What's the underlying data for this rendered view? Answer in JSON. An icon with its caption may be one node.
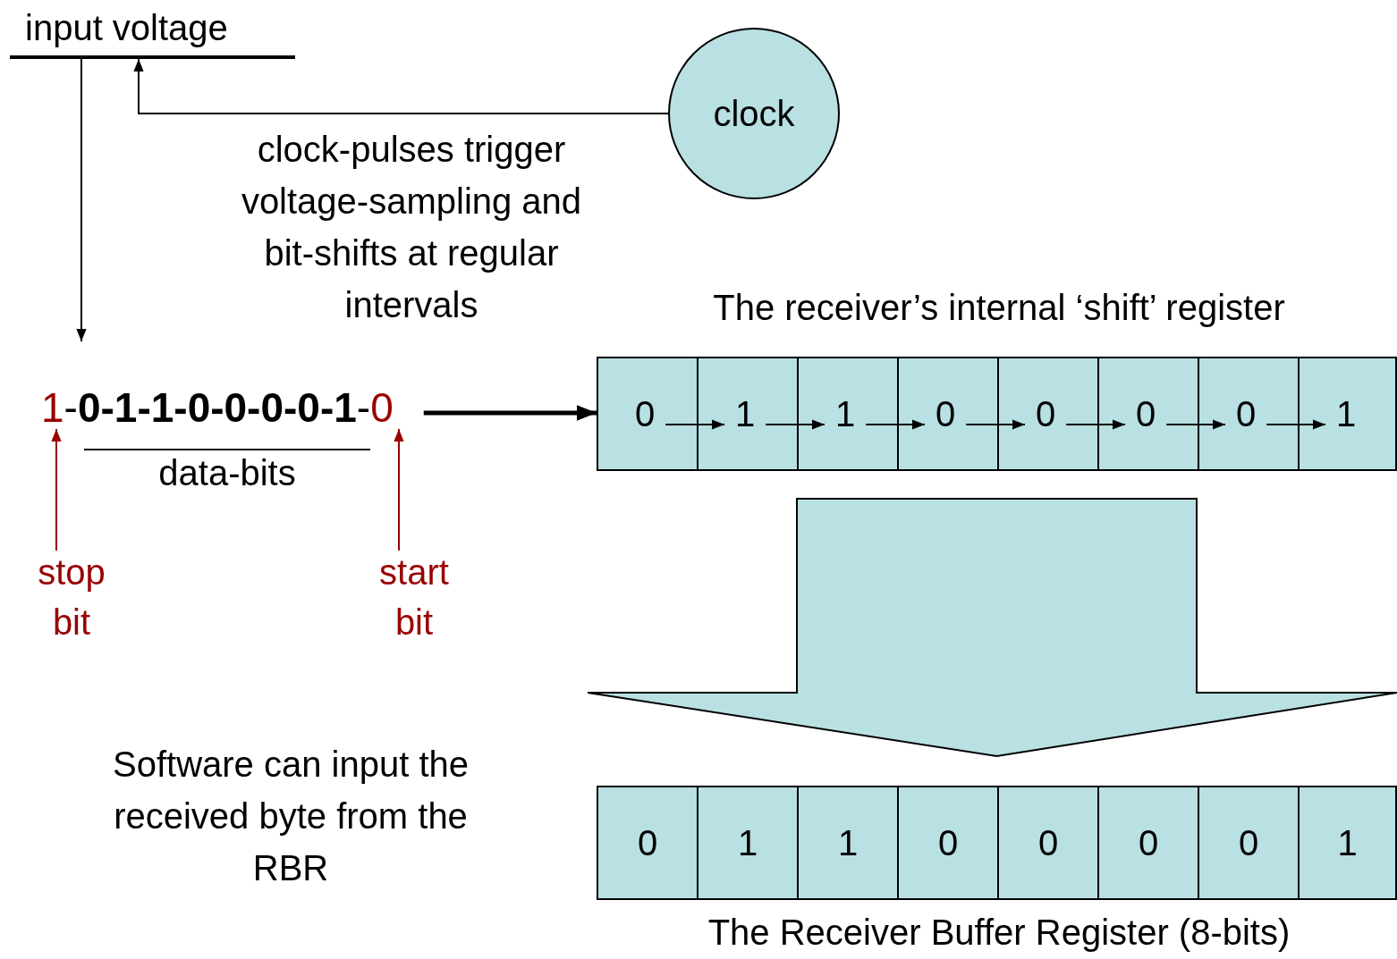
{
  "diagram": {
    "nodes": [
      {
        "text": [
          "input voltage"
        ]
      },
      {
        "text": [
          "clock"
        ]
      },
      {
        "text": [
          "1"
        ]
      },
      {
        "text": [
          "-**0-1-1-0-0-0-0-1**-"
        ]
      },
      {
        "text": [
          "0"
        ]
      },
      {
        "text": [
          "stop bit"
        ]
      },
      {
        "text": [
          "start bit"
        ]
      },
      {
        "text": [
          "The receiver’s internal ‘shift’ register"
        ]
      },
      {
        "text": [
          "0"
        ],
        "in": 7
      },
      {
        "text": [
          "1"
        ],
        "in": 7
      },
      {
        "text": [
          "1"
        ],
        "in": 7
      },
      {
        "text": [
          "0"
        ],
        "in": 7
      },
      {
        "text": [
          "0"
        ],
        "in": 7
      },
      {
        "text": [
          "0"
        ],
        "in": 7
      },
      {
        "text": [
          "0"
        ],
        "in": 7
      },
      {
        "text": [
          "1"
        ],
        "in": 7
      },
      {
        "text": [
          "The Receiver Buffer Register (8-bits)"
        ]
      },
      {
        "text": [
          "0"
        ],
        "in": 16
      },
      {
        "text": [
          "1"
        ],
        "in": 16
      },
      {
        "text": [
          "1"
        ],
        "in": 16
      },
      {
        "text": [
          "0"
        ],
        "in": 16
      },
      {
        "text": [
          "0"
        ],
        "in": 16
      },
      {
        "text": [
          "0"
        ],
        "in": 16
      },
      {
        "text": [
          "0"
        ],
        "in": 16
      },
      {
        "text": [
          "1"
        ],
        "in": 16
      }
    ],
    "edges": [
      {
        "from": 1,
        "to": 0,
        "arrow": "to",
        "label": "clock-pulses trigger voltage-sampling and bit-shifts at regular intervals"
      },
      {
        "from": 0,
        "to": null,
        "arrow": "to"
      },
      {
        "from": 5,
        "to": 2,
        "arrow": "to",
        "color": "#990000"
      },
      {
        "from": 6,
        "to": 4,
        "arrow": "to",
        "color": "#990000"
      },
      {
        "from": 4,
        "to": 8,
        "arrow": "to",
        "style": "thick"
      },
      {
        "from": 8,
        "to": 9,
        "arrow": "to"
      },
      {
        "from": 9,
        "to": 10,
        "arrow": "to"
      },
      {
        "from": 10,
        "to": 11,
        "arrow": "to"
      },
      {
        "from": 11,
        "to": 12,
        "arrow": "to"
      },
      {
        "from": 12,
        "to": 13,
        "arrow": "to"
      },
      {
        "from": 13,
        "to": 14,
        "arrow": "to"
      },
      {
        "from": 14,
        "to": 15,
        "arrow": "to"
      },
      {
        "from": 7,
        "to": 16,
        "arrow": "to"
      }
    ],
    "labels": [
      "data-bits",
      "Software can input the received byte from the RBR"
    ]
  }
}
